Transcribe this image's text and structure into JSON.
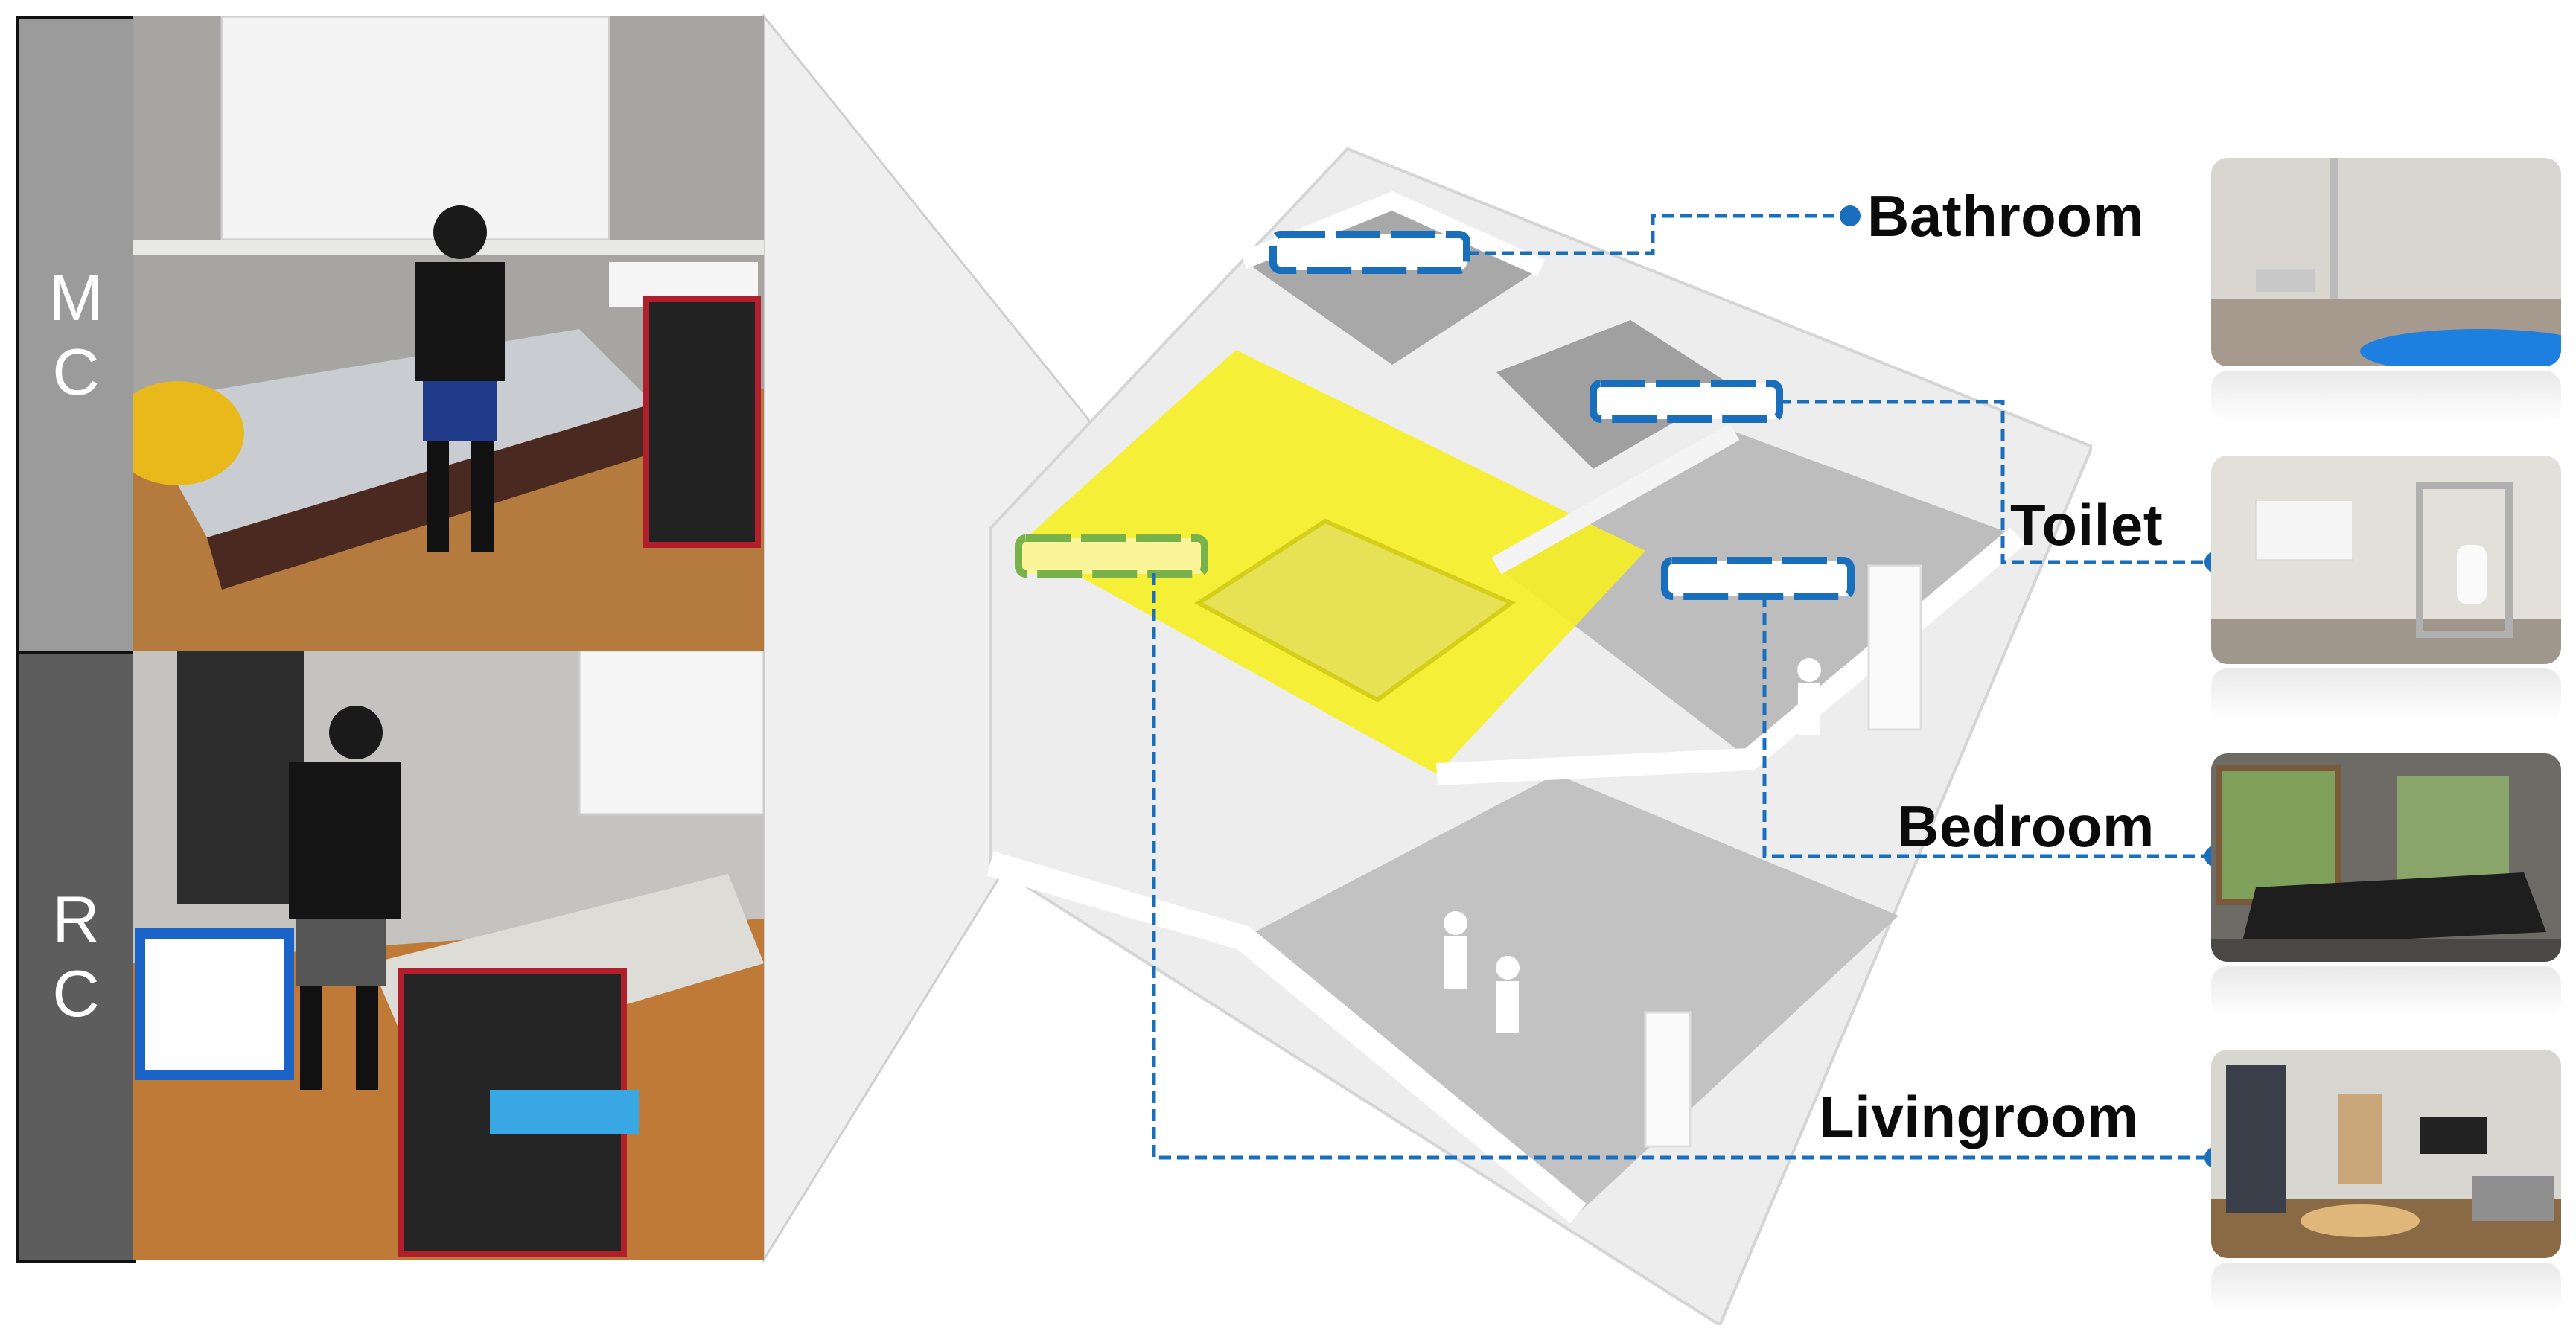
{
  "side_labels": {
    "mc": "MC",
    "rc": "RC"
  },
  "rooms": {
    "bathroom": "Bathroom",
    "toilet": "Toilet",
    "bedroom": "Bedroom",
    "livingroom": "Livingroom"
  },
  "colors": {
    "highlight": "#f5f022",
    "connector": "#1a6fbd",
    "label_dark": "#5d5d5d",
    "label_light": "#9b9b9b"
  }
}
